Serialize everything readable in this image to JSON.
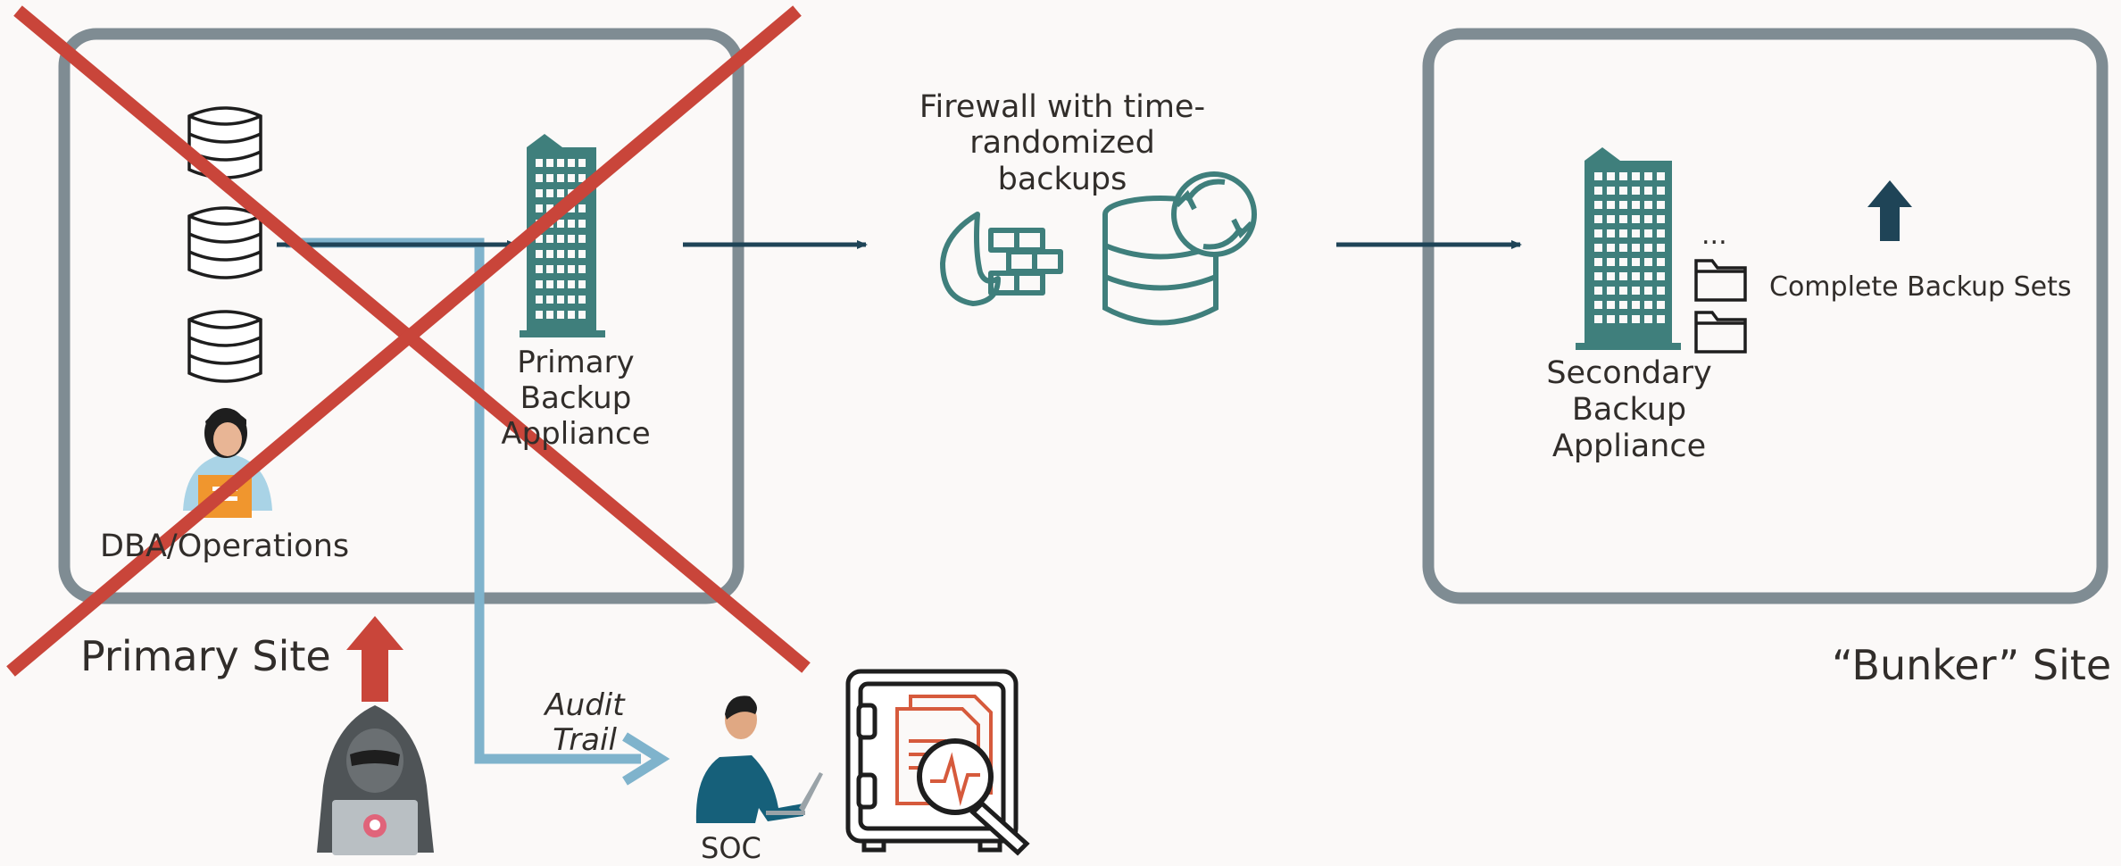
{
  "primary_site": {
    "label": "Primary Site",
    "dba_label": "DBA/Operations",
    "appliance_line1": "Primary",
    "appliance_line2": "Backup",
    "appliance_line3": "Appliance"
  },
  "firewall": {
    "line1": "Firewall with time-",
    "line2": "randomized",
    "line3": "backups"
  },
  "bunker_site": {
    "label": "“Bunker” Site",
    "appliance_line1": "Secondary",
    "appliance_line2": "Backup",
    "appliance_line3": "Appliance",
    "ellipsis": "...",
    "backup_sets_label": "Complete Backup Sets"
  },
  "audit": {
    "line1": "Audit",
    "line2": "Trail"
  },
  "soc_label": "SOC",
  "colors": {
    "frame_gray": "#7f8c93",
    "teal": "#3f7f7c",
    "navy": "#1f4457",
    "light_blue": "#7fb3cc",
    "cross_red": "#c9453a",
    "attack_red": "#c9453a",
    "outline": "#1e1e1e",
    "orange": "#f0962e",
    "text": "#312d2a"
  },
  "icons": [
    "database-icon",
    "building-icon",
    "dba-person-icon",
    "firewall-icon",
    "backup-database-icon",
    "folder-icon",
    "hacker-icon",
    "soc-analyst-icon",
    "vault-icon",
    "magnifier-icon",
    "up-arrow-icon",
    "cross-out-icon"
  ]
}
